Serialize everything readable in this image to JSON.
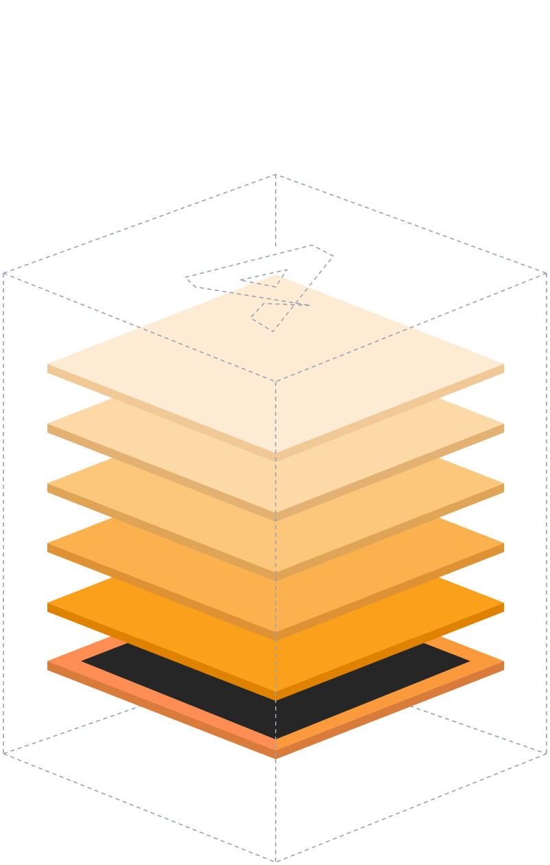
{
  "diagram": {
    "title": "",
    "background": "#ffffff",
    "guide_color": "#9aa0b4",
    "base_plate": {
      "name": "base-plate",
      "top_color": "#fb9a3c",
      "accent_color": "#ff8a5c",
      "side_color": "#d97b3a",
      "inner_color": "#262626"
    },
    "layers": [
      {
        "name": "layer-1",
        "top_color": "#fba01a",
        "side_color": "#de8200"
      },
      {
        "name": "layer-2",
        "top_color": "#fcb14f",
        "side_color": "#de9233"
      },
      {
        "name": "layer-3",
        "top_color": "#fcc67b",
        "side_color": "#e0a456"
      },
      {
        "name": "layer-4",
        "top_color": "#fdd9a8",
        "side_color": "#e3b273"
      },
      {
        "name": "layer-5",
        "top_color": "#feebd4",
        "side_color": "#f0c996"
      }
    ],
    "decoration": {
      "name": "paper-plane-outline",
      "icon": "paper-plane-icon"
    }
  }
}
